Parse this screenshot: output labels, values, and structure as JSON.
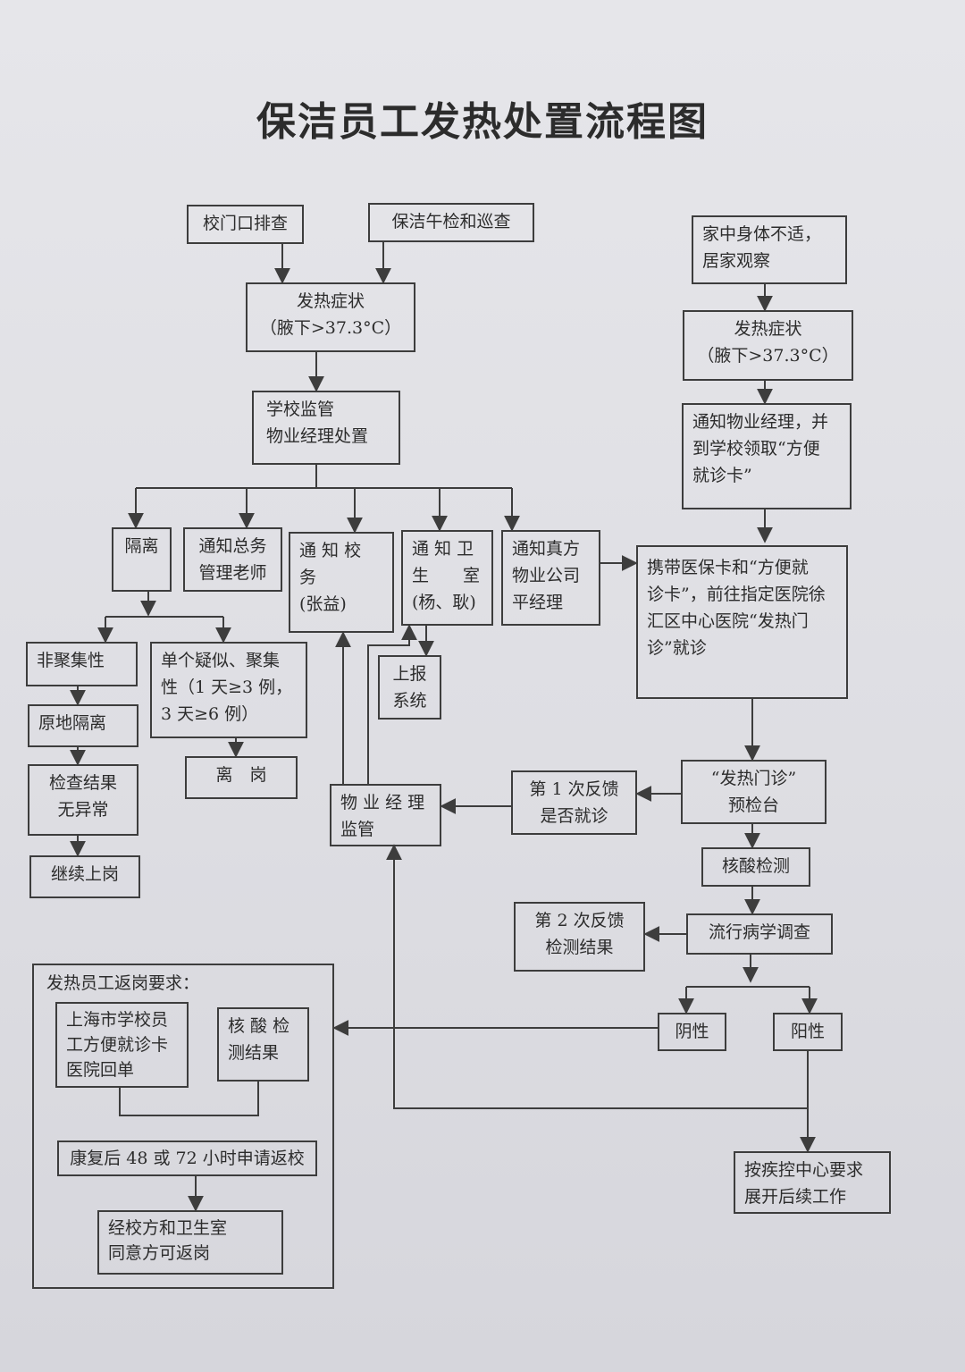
{
  "title": "保洁员工发热处置流程图",
  "boxes": {
    "gate_check": "校门口排查",
    "noon_check": "保洁午检和巡查",
    "fever_left": "发热症状\n（腋下>37.3°C）",
    "school_supervise": "学校监管\n物业经理处置",
    "isolate": "隔离",
    "notify_general": "通知总务\n管理老师",
    "notify_school": "通 知 校 务\n(张益)",
    "notify_health": "通 知 卫\n生　　室\n(杨、耿)",
    "notify_zhenfang": "通知真方\n物业公司\n平经理",
    "report_system": "上报\n系统",
    "non_cluster": "非聚集性",
    "single_cluster": "单个疑似、聚集\n性（1 天≥3 例，\n3 天≥6 例）",
    "leave_post": "离　岗",
    "isolate_in_place": "原地隔离",
    "result_normal": "检查结果\n无异常",
    "continue_work": "继续上岗",
    "home_unwell": "家中身体不适，\n居家观察",
    "fever_right": "发热症状\n（腋下>37.3°C）",
    "notify_manager": "通知物业经理，并\n到学校领取“方便\n就诊卡”",
    "go_hospital": "携带医保卡和“方便就\n诊卡”，前往指定医院徐\n汇区中心医院“发热门\n诊”就诊",
    "fever_clinic": "“发热门诊”\n预检台",
    "feedback1": "第 1 次反馈\n是否就诊",
    "manager_supervise": "物 业 经 理\n监管",
    "nucleic_test": "核酸检测",
    "epi_survey": "流行病学调查",
    "feedback2": "第 2 次反馈\n检测结果",
    "negative": "阴性",
    "positive": "阳性",
    "cdc_follow": "按疾控中心要求\n展开后续工作",
    "shanghai_card": "上海市学校员\n工方便就诊卡\n医院回单",
    "nucleic_result": "核 酸 检\n测结果",
    "recover_apply": "康复后 48 或 72 小时申请返校",
    "approved_return": "经校方和卫生室\n同意方可返岗"
  },
  "return_frame_title": "发热员工返岗要求："
}
